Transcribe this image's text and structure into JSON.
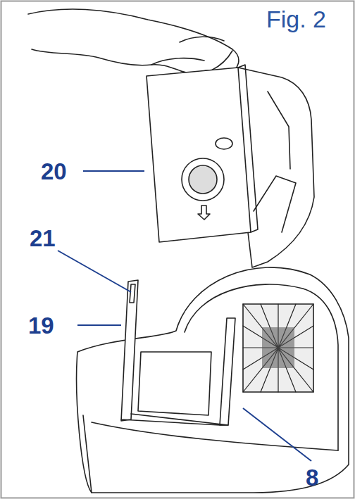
{
  "diagram": {
    "labels": [
      "Fig. 2",
      "20",
      "21",
      "19",
      "8"
    ]
  }
}
